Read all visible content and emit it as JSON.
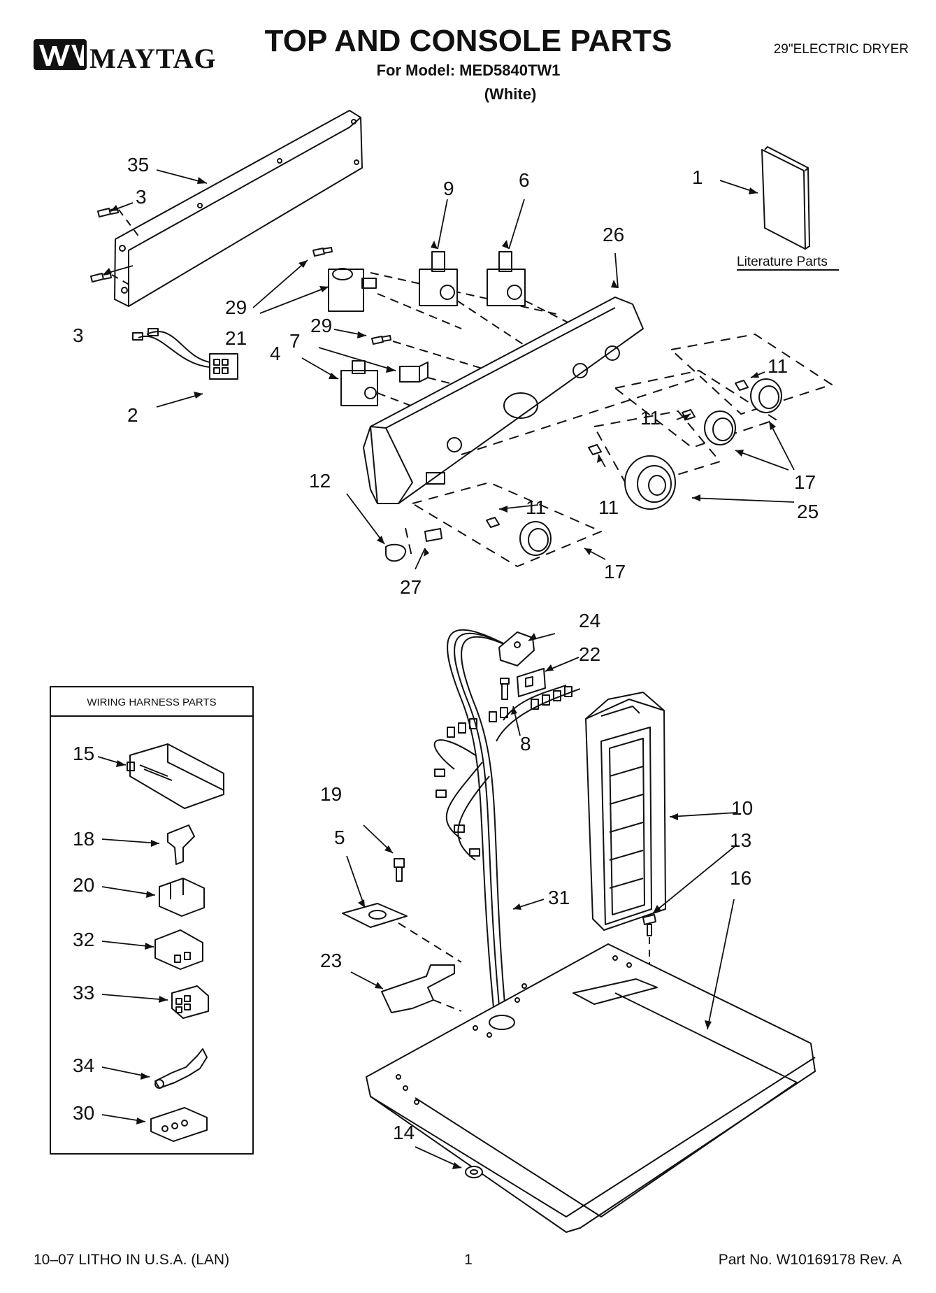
{
  "header": {
    "brand": "MAYTAG",
    "title": "TOP AND CONSOLE PARTS",
    "model_line": "For Model: MED5840TW1",
    "color_line": "(White)",
    "product": "29\"ELECTRIC DRYER"
  },
  "literature_label": "Literature Parts",
  "harness_box": {
    "header": "WIRING HARNESS PARTS",
    "items": [
      "15",
      "18",
      "20",
      "32",
      "33",
      "34",
      "30"
    ]
  },
  "callouts": {
    "c35": "35",
    "c3a": "3",
    "c3b": "3",
    "c2": "2",
    "c29a": "29",
    "c21": "21",
    "c29b": "29",
    "c7": "7",
    "c4": "4",
    "c9": "9",
    "c6": "6",
    "c26": "26",
    "c1": "1",
    "c11a": "11",
    "c11b": "11",
    "c11c": "11",
    "c11d": "11",
    "c17a": "17",
    "c25": "25",
    "c17b": "17",
    "c12": "12",
    "c27": "27",
    "c24": "24",
    "c22": "22",
    "c8": "8",
    "c10": "10",
    "c13": "13",
    "c16": "16",
    "c19": "19",
    "c5": "5",
    "c31": "31",
    "c23": "23",
    "c14": "14"
  },
  "footer": {
    "left": "10–07 LITHO IN U.S.A. (LAN)",
    "center": "1",
    "right": "Part No. W10169178 Rev. A"
  }
}
